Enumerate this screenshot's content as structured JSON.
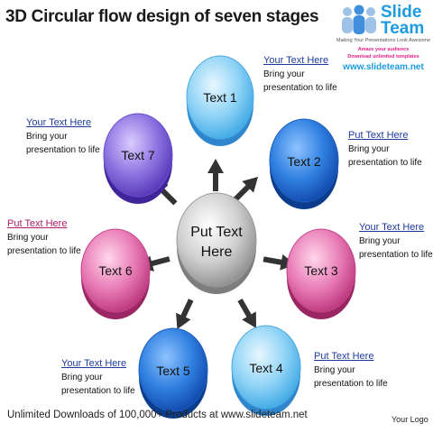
{
  "title": "3D Circular flow design of seven stages",
  "logo": {
    "brand_line1": "Slide",
    "brand_line2": "Team",
    "tagline": "Making Your Presentations Look Awesome",
    "promo1": "Amaze your audience",
    "promo2": "Download unlimited templates",
    "url": "www.slideteam.net"
  },
  "center": {
    "line1": "Put Text",
    "line2": "Here"
  },
  "stages": [
    {
      "label": "Text 1"
    },
    {
      "label": "Text 2"
    },
    {
      "label": "Text 3"
    },
    {
      "label": "Text 4"
    },
    {
      "label": "Text 5"
    },
    {
      "label": "Text 6"
    },
    {
      "label": "Text 7"
    }
  ],
  "annotations": [
    {
      "heading": "Your Text Here",
      "body": "Bring your presentation to life"
    },
    {
      "heading": "Put Text Here",
      "body": "Bring your presentation to life"
    },
    {
      "heading": "Your Text Here",
      "body": "Bring your presentation to life"
    },
    {
      "heading": "Put Text Here",
      "body": "Bring your presentation to life"
    },
    {
      "heading": "Your Text Here",
      "body": "Bring your presentation to life"
    },
    {
      "heading": "Put Text Here",
      "body": "Bring your presentation to life"
    },
    {
      "heading": "Your Text Here",
      "body": "Bring your presentation to life"
    }
  ],
  "colors": {
    "blue_light": "#6cc4f0",
    "blue_mid": "#2a7fd6",
    "blue_dark": "#1f5fc4",
    "pink": "#d9559b",
    "purple": "#7a5ed0",
    "center_gray": "#bdbdbd"
  },
  "footer": "Unlimited Downloads of 100,000+ Products at www.slideteam.net",
  "your_logo": "Your Logo"
}
